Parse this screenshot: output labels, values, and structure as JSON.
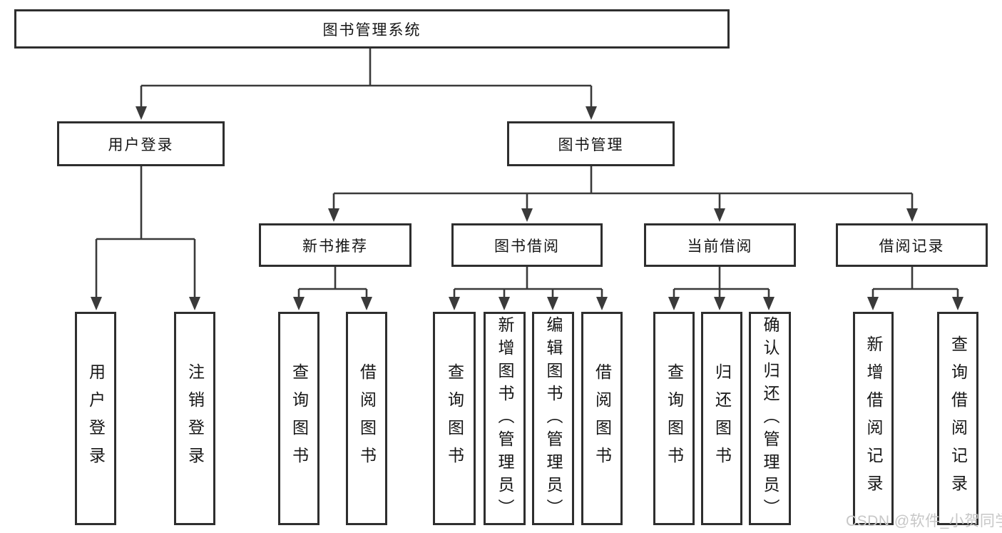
{
  "diagram": {
    "type": "tree",
    "root_label": "图书管理系统",
    "hierarchy": {
      "图书管理系统": {
        "用户登录": [
          "用户登录",
          "注销登录"
        ],
        "图书管理": {
          "新书推荐": [
            "查询图书",
            "借阅图书"
          ],
          "图书借阅": [
            "查询图书",
            "新增图书（管理员）",
            "编辑图书（管理员）",
            "借阅图书"
          ],
          "当前借阅": [
            "查询图书",
            "归还图书",
            "确认归还（管理员）"
          ],
          "借阅记录": [
            "新增借阅记录",
            "查询借阅记录"
          ]
        }
      }
    }
  },
  "nodes": {
    "root": {
      "label": "图书管理系统"
    },
    "user_login": {
      "label": "用户登录"
    },
    "book_mgmt": {
      "label": "图书管理"
    },
    "new_book": {
      "label": "新书推荐"
    },
    "book_borrow": {
      "label": "图书借阅"
    },
    "cur_borrow": {
      "label": "当前借阅"
    },
    "rec_list": {
      "label": "借阅记录"
    },
    "leaf_user_login": {
      "label": "用户登录"
    },
    "leaf_logout": {
      "label": "注销登录"
    },
    "rec_query": {
      "label": "查询图书"
    },
    "rec_borrow": {
      "label": "借阅图书"
    },
    "bb_query": {
      "label": "查询图书"
    },
    "bb_add": {
      "label": "新增图书（管理员）"
    },
    "bb_edit": {
      "label": "编辑图书（管理员）"
    },
    "bb_borrow": {
      "label": "借阅图书"
    },
    "cb_query": {
      "label": "查询图书"
    },
    "cb_return": {
      "label": "归还图书"
    },
    "cb_confirm": {
      "label": "确认归还（管理员）"
    },
    "br_add": {
      "label": "新增借阅记录"
    },
    "br_query": {
      "label": "查询借阅记录"
    }
  },
  "watermark": {
    "text": "CSDN @软件_小贺同学",
    "color": "#c7c7c7"
  },
  "colors": {
    "background": "#ffffff",
    "line": "#3a3a3a",
    "box_border": "#2e2e2e",
    "text": "#161616"
  }
}
